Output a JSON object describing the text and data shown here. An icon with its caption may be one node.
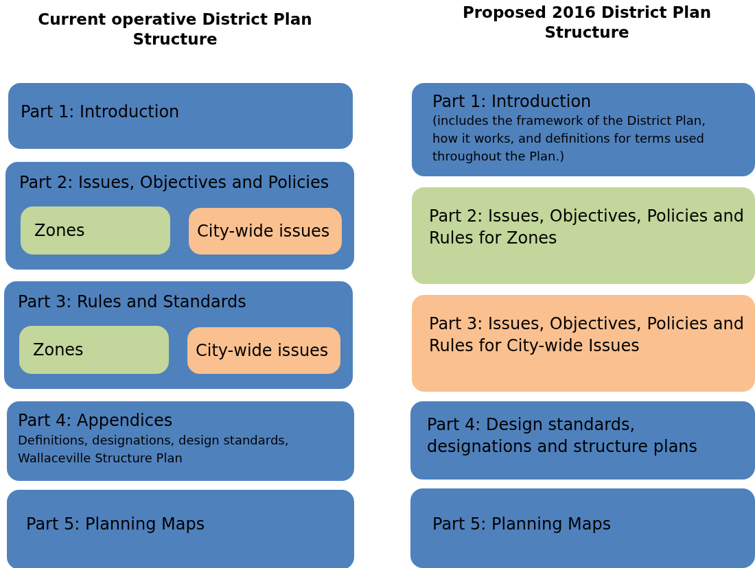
{
  "diagram": {
    "nodes": [
      {
        "text": [
          "Part 1: Introduction"
        ]
      },
      {
        "text": [
          "Part 2: Issues, Objectives and Policies"
        ]
      },
      {
        "text": [
          "Zones"
        ],
        "in": 1
      },
      {
        "text": [
          "City-wide issues"
        ],
        "in": 1
      },
      {
        "text": [
          "Part 3: Rules and Standards"
        ]
      },
      {
        "text": [
          "Zones"
        ],
        "in": 4
      },
      {
        "text": [
          "City-wide issues"
        ],
        "in": 4
      },
      {
        "text": [
          "Part 4: Appendices",
          "Definitions, designations, design standards, Wallaceville Structure Plan"
        ]
      },
      {
        "text": [
          "Part 5: Planning Maps"
        ]
      },
      {
        "text": [
          "Part 1: Introduction",
          "(includes the framework of the District Plan, how it works, and definitions for terms used throughout the Plan.)"
        ]
      },
      {
        "text": [
          "Part 2: Issues, Objectives, Policies and Rules for Zones"
        ]
      },
      {
        "text": [
          "Part 3: Issues, Objectives, Policies and Rules for City-wide Issues"
        ]
      },
      {
        "text": [
          "Part 4: Design standards, designations and structure plans"
        ]
      },
      {
        "text": [
          "Part 5: Planning Maps"
        ]
      }
    ],
    "labels": [
      "Current operative District Plan Structure",
      "Proposed 2016 District Plan Structure"
    ]
  }
}
